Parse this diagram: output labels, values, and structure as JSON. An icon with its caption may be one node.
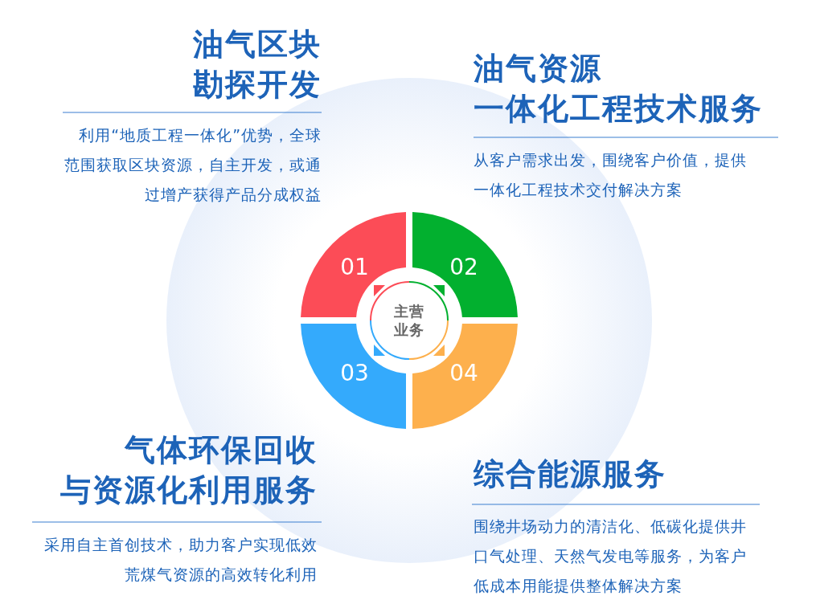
{
  "diagram": {
    "nodes": [
      {
        "text": [
          "01"
        ]
      },
      {
        "text": [
          "02"
        ]
      },
      {
        "text": [
          "主营业务"
        ]
      },
      {
        "text": [
          "03"
        ]
      },
      {
        "text": [
          "04"
        ]
      }
    ],
    "labels": [
      "油气区块勘探开发",
      "利用“地质工程一体化”优势，全球范围获取区块资源，自主开发，或通过增产获得产品分成权益",
      "油气资源一体化工程技术服务",
      "从客户需求出发，围绕客户价值，提供一体化工程技术交付解决方案",
      "气体环保回收与资源化利用服务",
      "采用自主首创技术，助力客户实现低效荒煤气资源的高效转化利用",
      "综合能源服务",
      "围绕井场动力的清洁化、低碳化提供井口气处理、天然气发电等服务，为客户低成本用能提供整体解决方案"
    ]
  }
}
